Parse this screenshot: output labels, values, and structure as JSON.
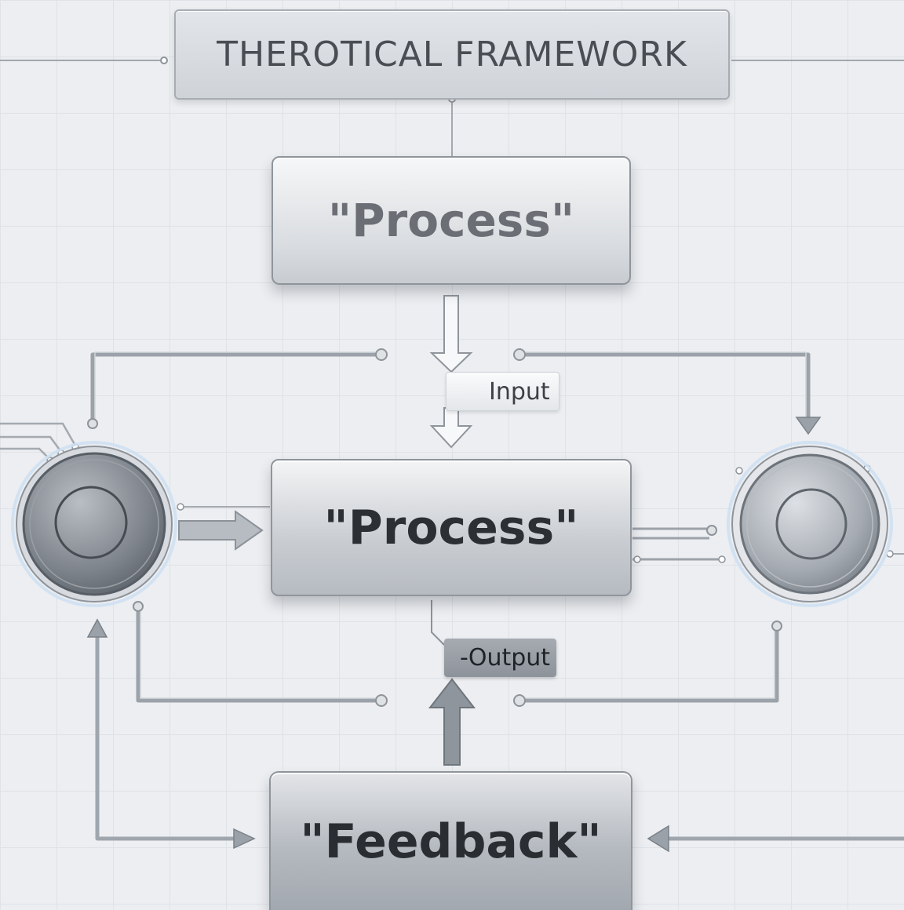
{
  "title": "THEROTICAL FRAMEWORK",
  "nodes": {
    "process_top": "\"Process\"",
    "process_main": "\"Process\"",
    "feedback": "\"Feedback\""
  },
  "labels": {
    "input": "Input",
    "output": "Output"
  },
  "colors": {
    "background": "#eceef1",
    "grid": "#dfe2e6",
    "wire": "#9aa0a7",
    "text_dark": "#2c2f33"
  }
}
